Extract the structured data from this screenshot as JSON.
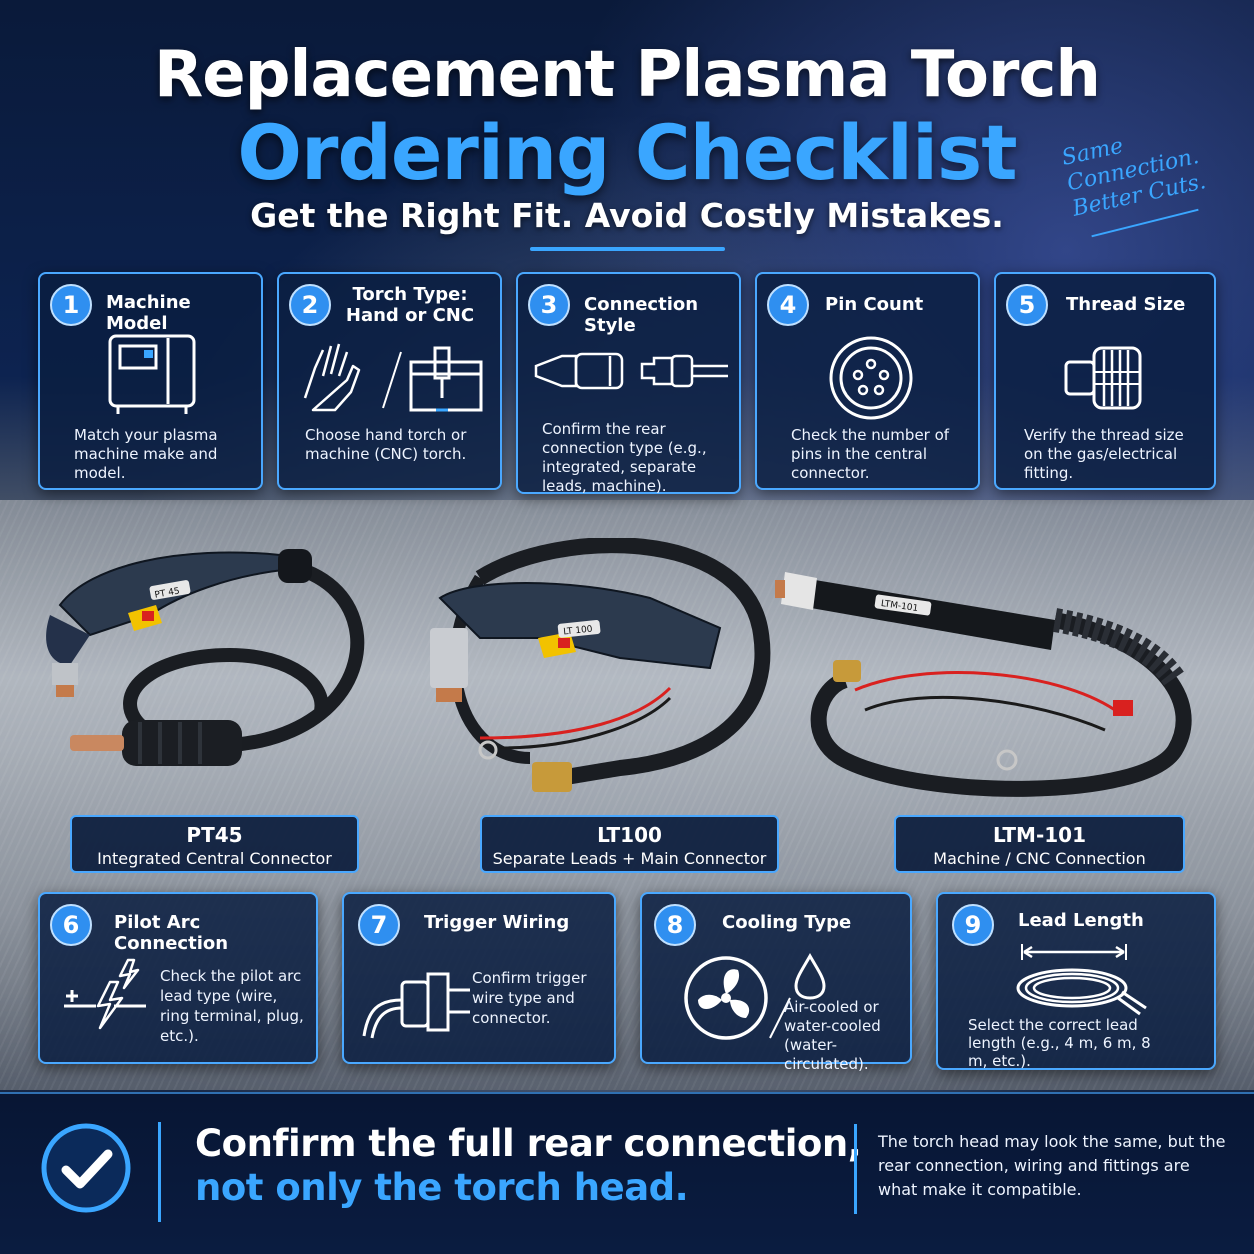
{
  "header": {
    "title_line1": "Replacement Plasma Torch",
    "title_line2": "Ordering Checklist",
    "subtitle": "Get the Right Fit. Avoid Costly Mistakes.",
    "slogan": "Same Connection. Better Cuts."
  },
  "steps_top": [
    {
      "number": "1",
      "title": "Machine Model",
      "text": "Match your plasma machine make and model.",
      "icon": "plasma-machine-icon"
    },
    {
      "number": "2",
      "title": "Torch Type: Hand or CNC",
      "text": "Choose hand torch or machine (CNC) torch.",
      "icon": "hand-and-cnc-icon"
    },
    {
      "number": "3",
      "title": "Connection Style",
      "text": "Confirm the rear connection type (e.g., integrated, separate leads, machine).",
      "icon": "connector-icon"
    },
    {
      "number": "4",
      "title": "Pin Count",
      "text": "Check the number of pins in the central connector.",
      "icon": "pin-connector-icon"
    },
    {
      "number": "5",
      "title": "Thread Size",
      "text": "Verify the thread size on the gas/electrical fitting.",
      "icon": "thread-fitting-icon"
    }
  ],
  "torches": [
    {
      "model": "PT45",
      "connection": "Integrated Central Connector",
      "body_label": "PT 45"
    },
    {
      "model": "LT100",
      "connection": "Separate Leads + Main Connector",
      "body_label": "LT 100"
    },
    {
      "model": "LTM-101",
      "connection": "Machine / CNC Connection",
      "body_label": "LTM-101"
    }
  ],
  "steps_bottom": [
    {
      "number": "6",
      "title": "Pilot Arc Connection",
      "text": "Check the pilot arc lead type (wire, ring terminal, plug, etc.).",
      "icon": "pilot-arc-icon"
    },
    {
      "number": "7",
      "title": "Trigger Wiring",
      "text": "Confirm trigger wire type and connector.",
      "icon": "trigger-plug-icon"
    },
    {
      "number": "8",
      "title": "Cooling Type",
      "text": "Air-cooled or water-cooled (water-circulated).",
      "icon": "fan-and-droplet-icon"
    },
    {
      "number": "9",
      "title": "Lead Length",
      "text": "Select the correct lead length (e.g., 4 m, 6 m, 8 m, etc.).",
      "icon": "coiled-lead-icon"
    }
  ],
  "footer": {
    "main_line1": "Confirm the full rear connection,",
    "main_line2": "not only the torch head.",
    "note": "The torch head may look the same, but the rear connection, wiring and fittings are what make it compatible.",
    "icon": "checkmark-icon"
  },
  "colors": {
    "accent": "#3aa6ff",
    "card_bg": "#0a1e41",
    "card_border": "#4aa8ff",
    "trigger": "#f2c200"
  }
}
